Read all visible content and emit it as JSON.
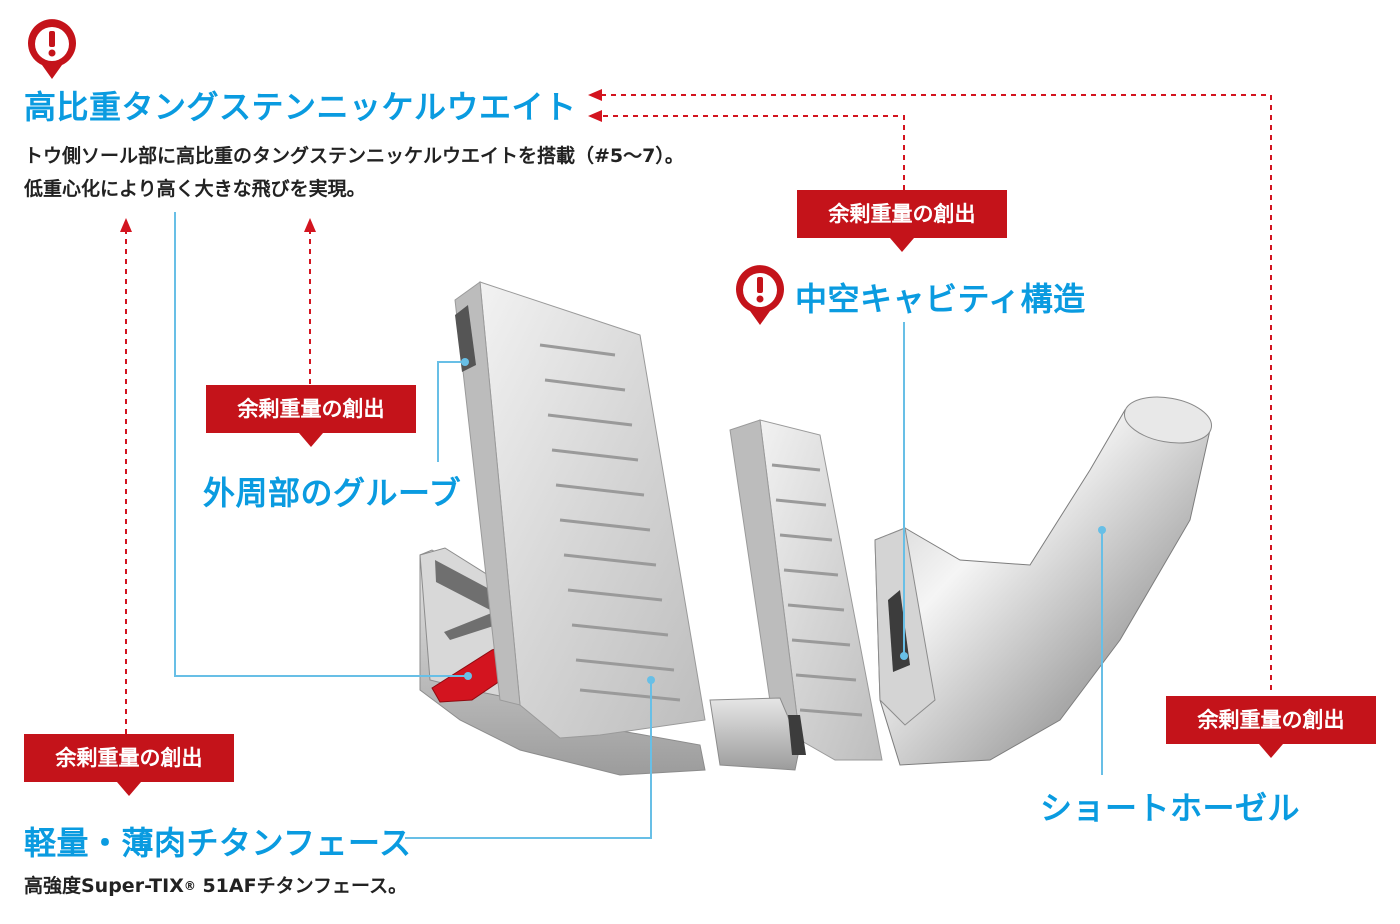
{
  "labels": {
    "tungsten_title": "高比重タングステンニッケルウエイト",
    "tungsten_desc_line1": "トウ側ソール部に高比重のタングステンニッケルウエイトを搭載（#5～7）。",
    "tungsten_desc_line2": "低重心化により高く大きな飛びを実現。",
    "cavity_title": "中空キャビティ構造",
    "groove_title": "外周部のグルーブ",
    "face_title": "軽量・薄肉チタンフェース",
    "face_desc_prefix": "高強度Super-TIX",
    "face_desc_reg": "®",
    "face_desc_suffix": " 51AFチタンフェース。",
    "hosel_title": "ショートホーゼル"
  },
  "badges": {
    "surplus_weight": "余剰重量の創出"
  },
  "icons": {
    "alert": "exclamation-pin-icon"
  },
  "colors": {
    "heading_blue": "#0a9be0",
    "badge_red": "#c4131a",
    "callout_line": "#68bfe6",
    "dashed_arrow": "#d3141f",
    "tungsten_weight": "#d3141f"
  }
}
